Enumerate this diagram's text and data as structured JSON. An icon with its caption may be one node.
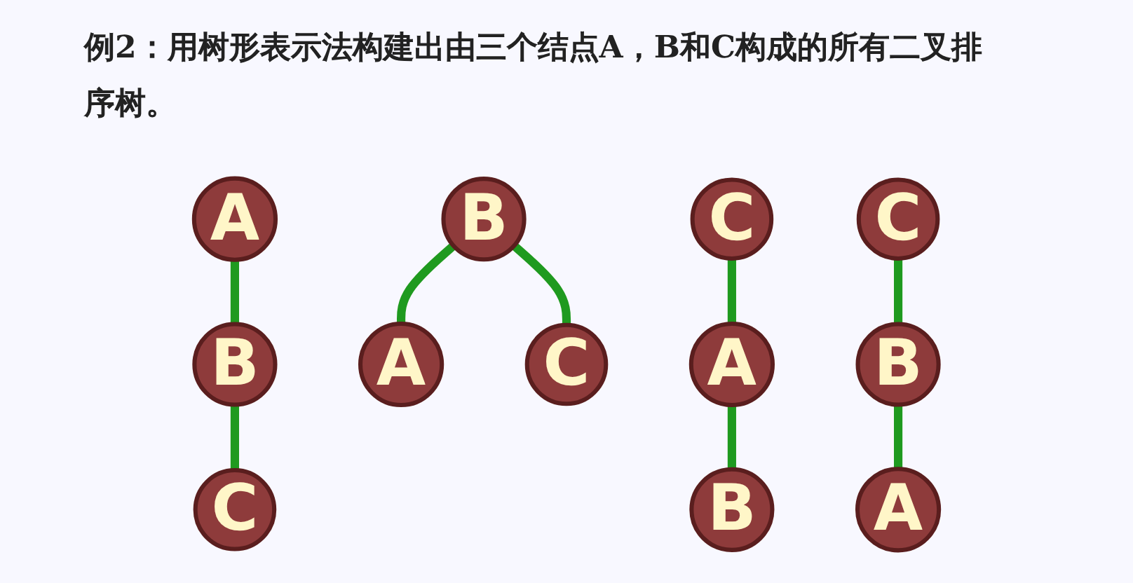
{
  "diagram": {
    "title": "例2：用树形表示法构建出由三个结点A，B和C构成的所有二叉排序树。",
    "nodes": [
      {
        "text": [
          "A"
        ]
      },
      {
        "text": [
          "B"
        ]
      },
      {
        "text": [
          "C"
        ]
      },
      {
        "text": [
          "B"
        ]
      },
      {
        "text": [
          "A"
        ]
      },
      {
        "text": [
          "C"
        ]
      },
      {
        "text": [
          "C"
        ]
      },
      {
        "text": [
          "A"
        ]
      },
      {
        "text": [
          "B"
        ]
      },
      {
        "text": [
          "C"
        ]
      },
      {
        "text": [
          "B"
        ]
      },
      {
        "text": [
          "A"
        ]
      }
    ],
    "edges": [
      {
        "from": 0,
        "to": 1,
        "arrow": "none"
      },
      {
        "from": 1,
        "to": 2,
        "arrow": "none"
      },
      {
        "from": 3,
        "to": 4,
        "arrow": "none"
      },
      {
        "from": 3,
        "to": 5,
        "arrow": "none"
      },
      {
        "from": 6,
        "to": 7,
        "arrow": "none"
      },
      {
        "from": 7,
        "to": 8,
        "arrow": "none"
      },
      {
        "from": 9,
        "to": 10,
        "arrow": "none"
      },
      {
        "from": 10,
        "to": 11,
        "arrow": "none"
      }
    ]
  }
}
